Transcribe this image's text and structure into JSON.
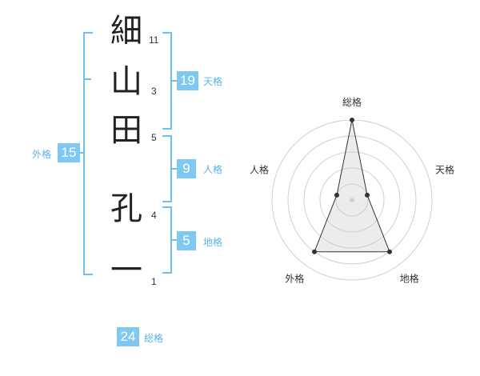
{
  "name_chars": [
    {
      "char": "細",
      "strokes": "11"
    },
    {
      "char": "山",
      "strokes": "3"
    },
    {
      "char": "田",
      "strokes": "5"
    },
    {
      "char": "孔",
      "strokes": "4"
    },
    {
      "char": "一",
      "strokes": "1"
    }
  ],
  "fortunes": {
    "tenkaku": {
      "value": "19",
      "label": "天格"
    },
    "jinkaku": {
      "value": "9",
      "label": "人格"
    },
    "chikaku": {
      "value": "5",
      "label": "地格"
    },
    "gaikaku": {
      "value": "15",
      "label": "外格"
    },
    "soukaku": {
      "value": "24",
      "label": "総格"
    }
  },
  "accent_color": "#7ec8f2",
  "chart_data": {
    "type": "radar",
    "axes": [
      "総格",
      "天格",
      "地格",
      "外格",
      "人格"
    ],
    "values": [
      5,
      1,
      4,
      4,
      1
    ],
    "rmax": 5,
    "rings": 5
  }
}
